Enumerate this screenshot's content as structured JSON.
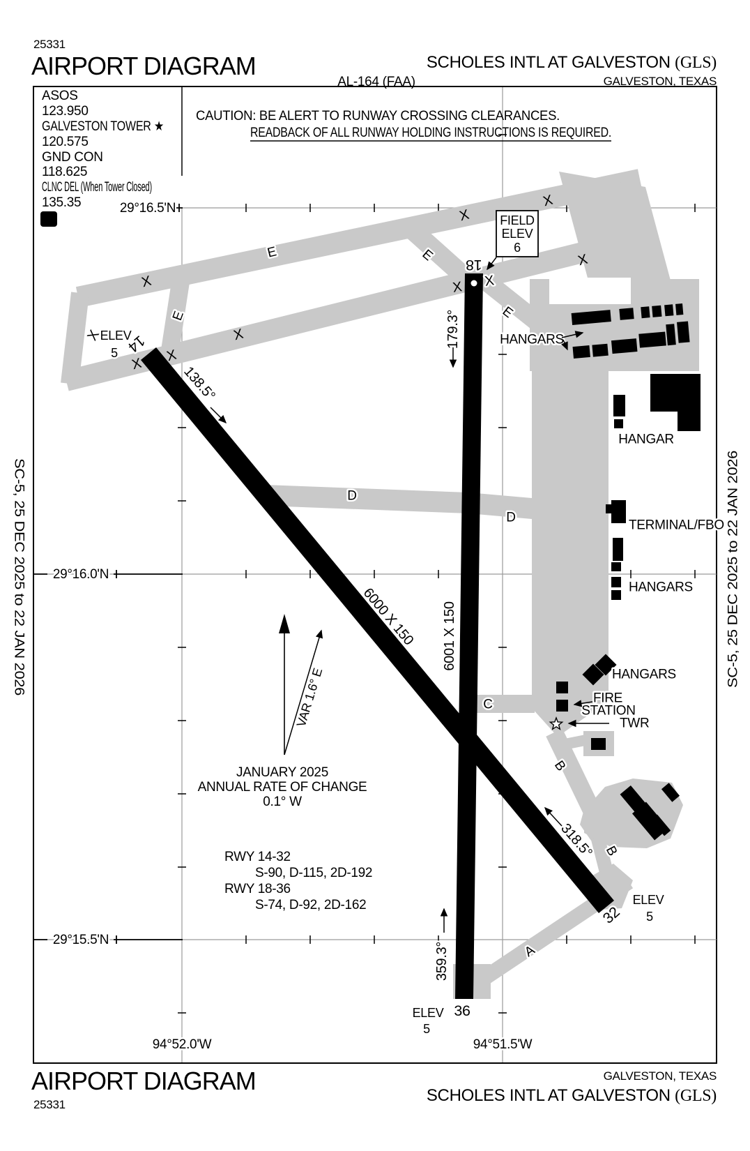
{
  "header": {
    "chart_number": "25331",
    "title": "AIRPORT DIAGRAM",
    "chart_code": "AL-164 (FAA)",
    "airport_name": "SCHOLES INTL AT GALVESTON ",
    "airport_id": "(GLS)",
    "city": "GALVESTON, TEXAS"
  },
  "comm_box": {
    "lines": [
      "ASOS",
      "123.950",
      "GALVESTON TOWER ★",
      "120.575",
      "GND CON",
      "118.625",
      "CLNC DEL (When Tower Closed)",
      "135.35"
    ],
    "d_icon": "D"
  },
  "caution": {
    "line1": "CAUTION: BE ALERT TO RUNWAY CROSSING CLEARANCES.",
    "line2": "READBACK OF ALL RUNWAY HOLDING INSTRUCTIONS IS REQUIRED."
  },
  "grid": {
    "lat": [
      "29°16.5'N",
      "29°16.0'N",
      "29°15.5'N"
    ],
    "lon": [
      "94°52.0'W",
      "94°51.5'W"
    ]
  },
  "field_elev": {
    "l1": "FIELD",
    "l2": "ELEV",
    "value": "6"
  },
  "runways": {
    "r1432": {
      "e1": "14",
      "e2": "32",
      "h1": "138.5°",
      "h2": "318.5°",
      "dim": "6000 X 150"
    },
    "r1836": {
      "e1": "18",
      "e2": "36",
      "h1": "179.3°",
      "h2": "359.3°",
      "dim": "6001 X 150"
    },
    "elev": "ELEV",
    "elev_val": "5"
  },
  "taxiways": {
    "a": "A",
    "b": "B",
    "c": "C",
    "d": "D",
    "e": "E",
    "x": "X"
  },
  "buildings": {
    "hangars_top": "HANGARS",
    "hangar": "HANGAR",
    "terminal_fbo": "TERMINAL/FBO",
    "hangars_right": "HANGARS",
    "hangars_mid": "HANGARS",
    "fire_l1": "FIRE",
    "fire_l2": "STATION",
    "twr": "TWR"
  },
  "variation": {
    "var_label": "VAR 1.6° E",
    "date": "JANUARY 2025",
    "rate1": "ANNUAL RATE OF CHANGE",
    "rate2": "0.1° W"
  },
  "runway_data": {
    "rwy1": "RWY 14-32",
    "rwy1_codes": "S-90, D-115, 2D-192",
    "rwy2": "RWY 18-36",
    "rwy2_codes": "S-74, D-92, 2D-162"
  },
  "edition": {
    "left": "SC-5, 25 DEC 2025 to 22 JAN 2026",
    "right": "SC-5, 25 DEC 2025 to 22 JAN 2026"
  },
  "footer": {
    "title": "AIRPORT DIAGRAM",
    "chart_number": "25331",
    "city": "GALVESTON, TEXAS",
    "airport_name": "SCHOLES INTL AT GALVESTON ",
    "airport_id": "(GLS)"
  }
}
